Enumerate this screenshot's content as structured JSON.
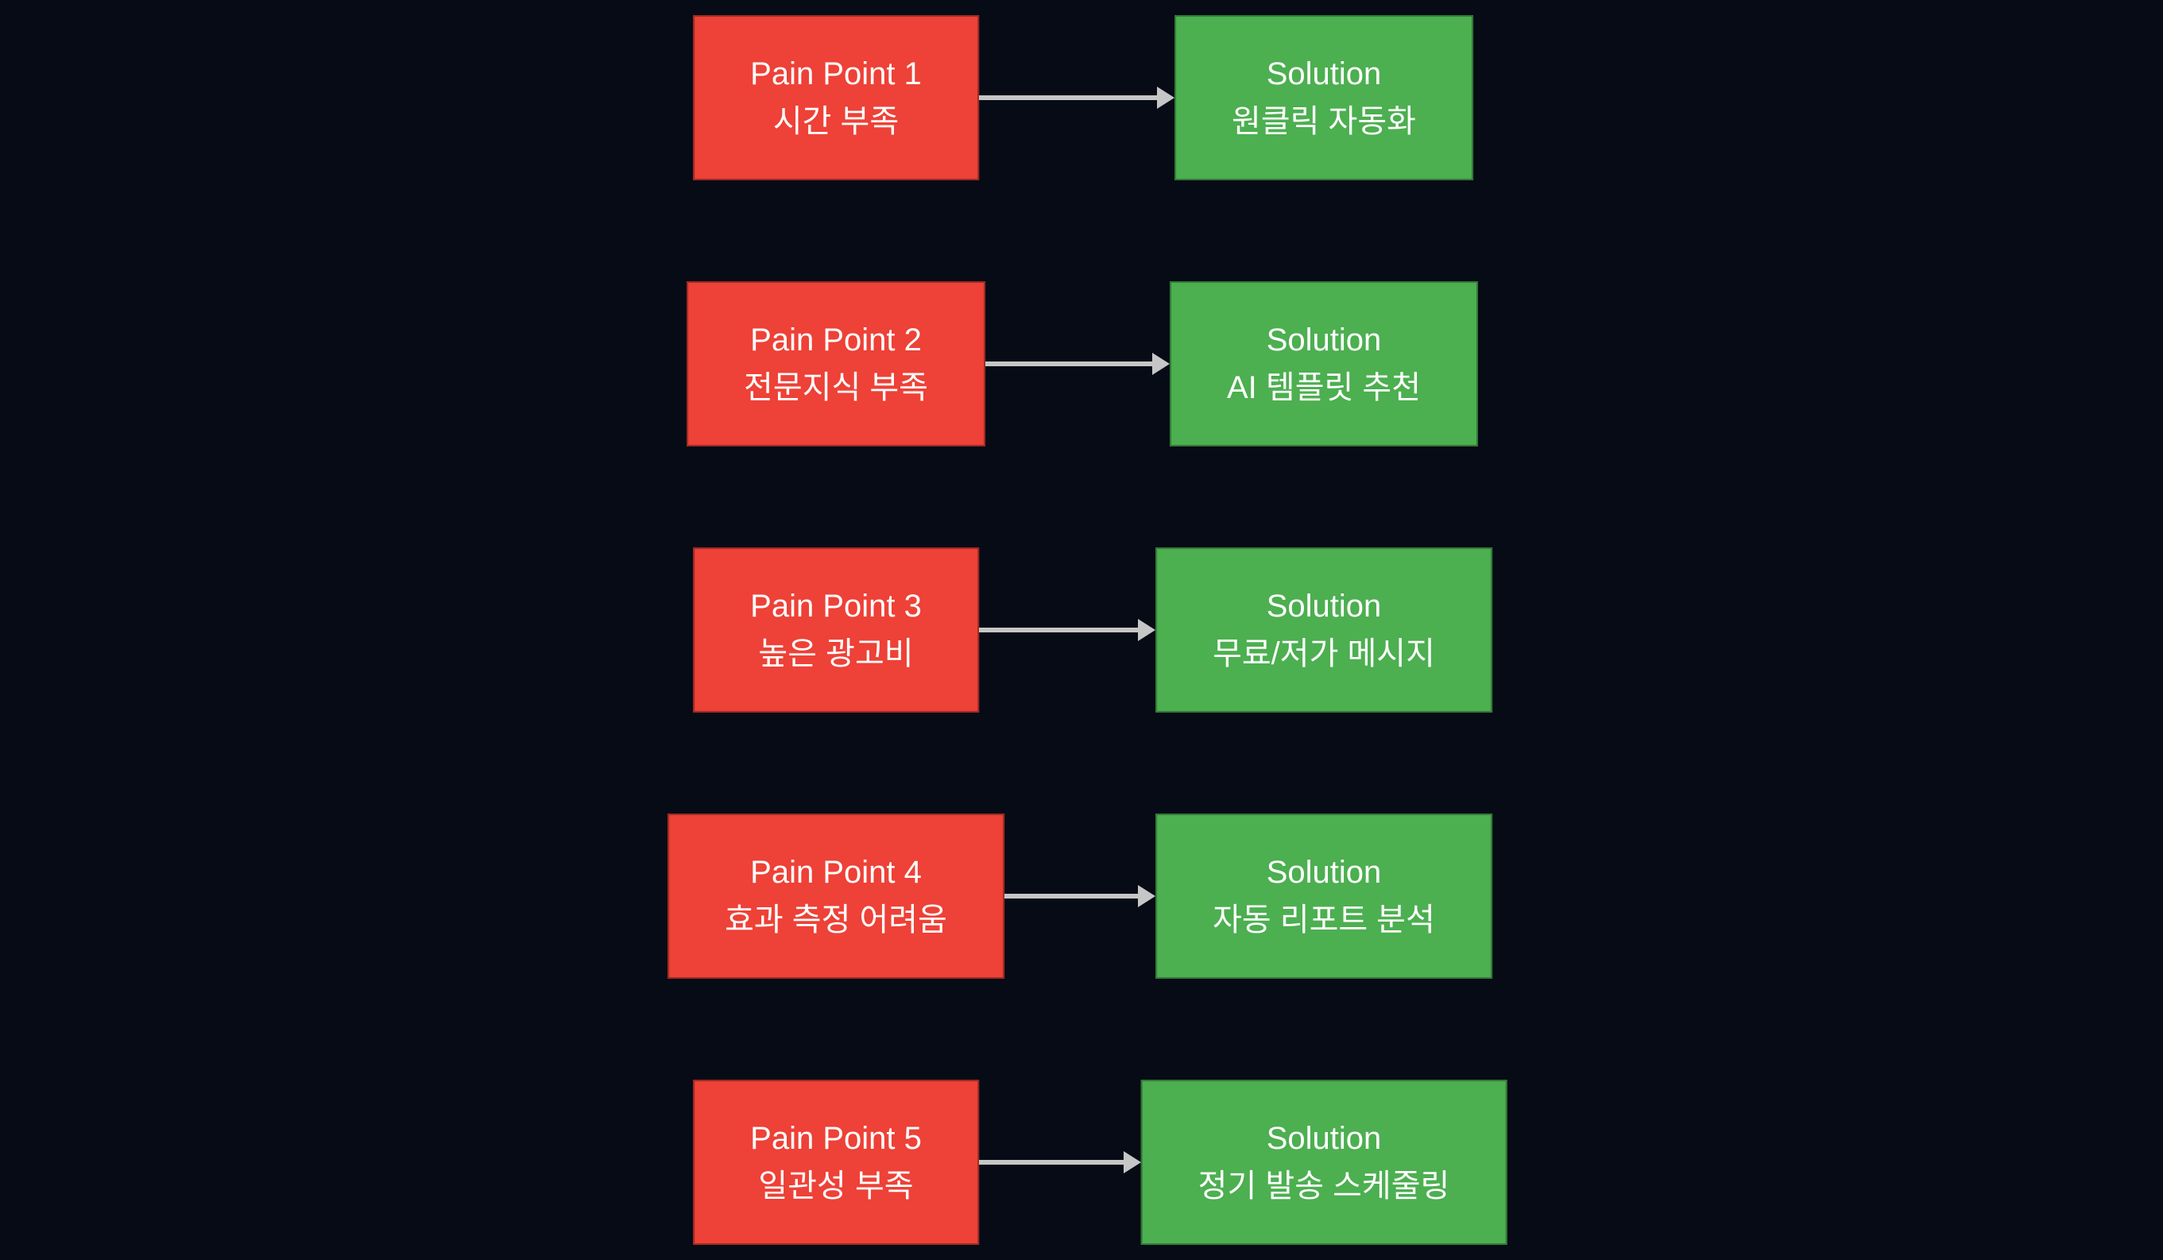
{
  "colors": {
    "background": "#060b16",
    "pain_fill": "#ee4137",
    "pain_border": "#9c2b23",
    "solution_fill": "#4caf50",
    "solution_border": "#337936",
    "arrow": "#c6c6c6",
    "text": "#ffffff"
  },
  "diagram": {
    "rows": [
      {
        "pain": {
          "title": "Pain Point 1",
          "subtitle": "시간 부족"
        },
        "solution": {
          "title": "Solution",
          "subtitle": "원클릭 자동화"
        }
      },
      {
        "pain": {
          "title": "Pain Point 2",
          "subtitle": "전문지식 부족"
        },
        "solution": {
          "title": "Solution",
          "subtitle": "AI 템플릿 추천"
        }
      },
      {
        "pain": {
          "title": "Pain Point 3",
          "subtitle": "높은 광고비"
        },
        "solution": {
          "title": "Solution",
          "subtitle": "무료/저가 메시지"
        }
      },
      {
        "pain": {
          "title": "Pain Point 4",
          "subtitle": "효과 측정 어려움"
        },
        "solution": {
          "title": "Solution",
          "subtitle": "자동 리포트 분석"
        }
      },
      {
        "pain": {
          "title": "Pain Point 5",
          "subtitle": "일관성 부족"
        },
        "solution": {
          "title": "Solution",
          "subtitle": "정기 발송 스케줄링"
        }
      }
    ]
  }
}
